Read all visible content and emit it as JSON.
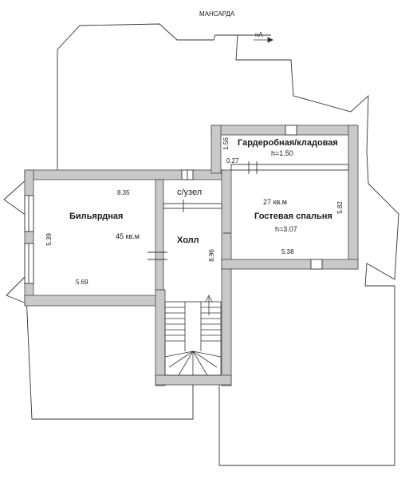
{
  "title": "МАНСАРДА",
  "north_label": "нА",
  "rooms": {
    "wardrobe": {
      "name": "Гардеробная/кладовая",
      "height": "h=1.50"
    },
    "billiard": {
      "name": "Бильярдная",
      "area": "45 кв.м"
    },
    "bathroom": {
      "name": "с/узел"
    },
    "hall": {
      "name": "Холл"
    },
    "guest": {
      "name": "Гостевая спальня",
      "area": "27 кв.м",
      "height": "h=3.07"
    }
  },
  "dimensions": {
    "billiard_width": "8.35",
    "billiard_depth": "5.39",
    "billiard_bottom": "5.69",
    "hall_depth": "8.96",
    "wardrobe_depth": "1.56",
    "wardrobe_gap": "0.27",
    "guest_width": "5.38",
    "guest_depth": "5.82"
  }
}
